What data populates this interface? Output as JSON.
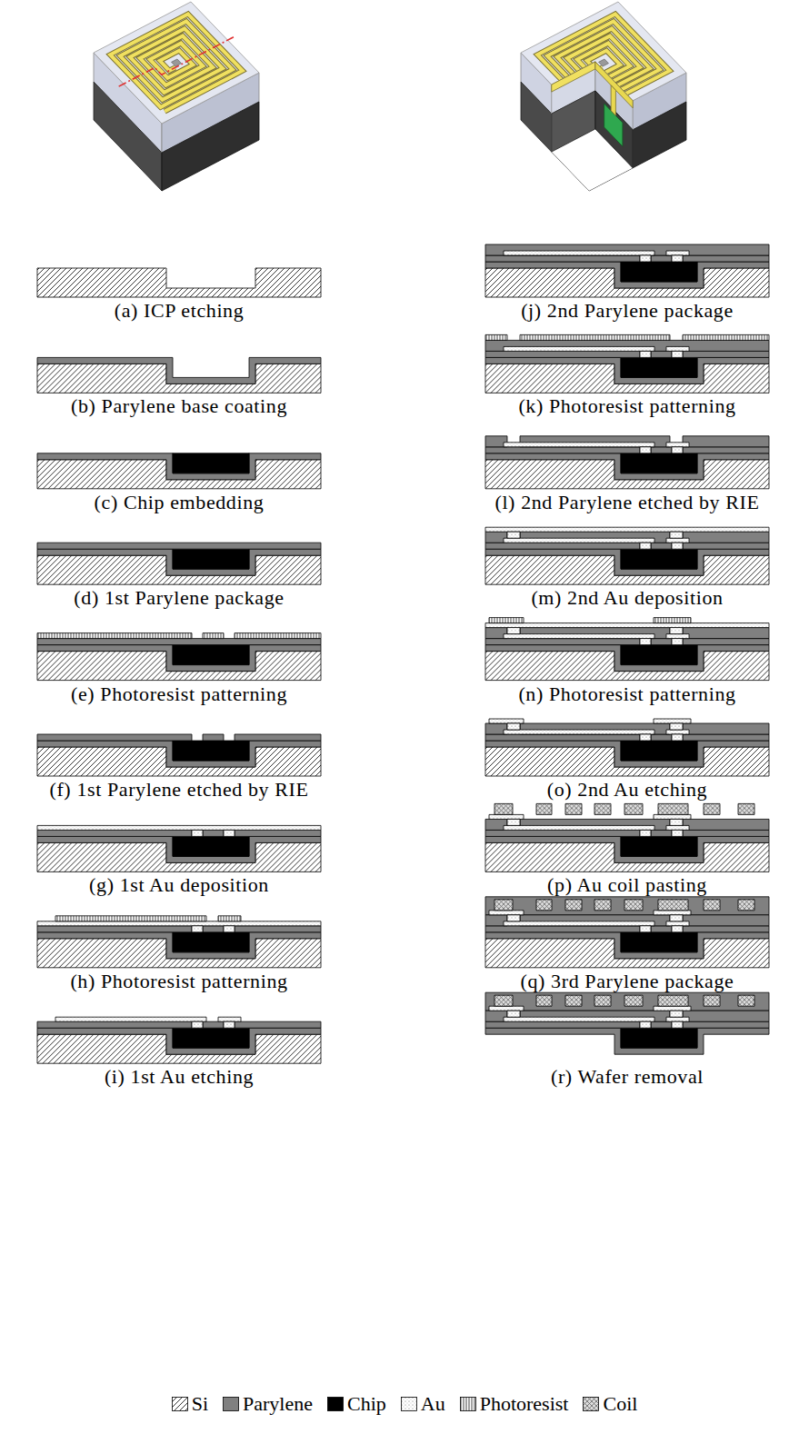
{
  "diagram": {
    "labels": [
      "(a) ICP etching",
      "(b) Parylene base coating",
      "(c) Chip embedding",
      "(d) 1st Parylene package",
      "(e) Photoresist patterning",
      "(f) 1st Parylene etched by RIE",
      "(g) 1st Au deposition",
      "(h) Photoresist patterning",
      "(i) 1st Au etching",
      "(j) 2nd Parylene package",
      "(k) Photoresist patterning",
      "(l) 2nd Parylene etched by RIE",
      "(m) 2nd Au deposition",
      "(n) Photoresist patterning",
      "(o) 2nd Au etching",
      "(p) Au coil pasting",
      "(q) 3rd Parylene package",
      "(r) Wafer removal"
    ],
    "legend": [
      {
        "text": "Si"
      },
      {
        "text": "Parylene",
        "color": "#808080"
      },
      {
        "text": "Chip",
        "color": "#000000"
      },
      {
        "text": "Au"
      },
      {
        "text": "Photoresist"
      },
      {
        "text": "Coil"
      }
    ]
  }
}
